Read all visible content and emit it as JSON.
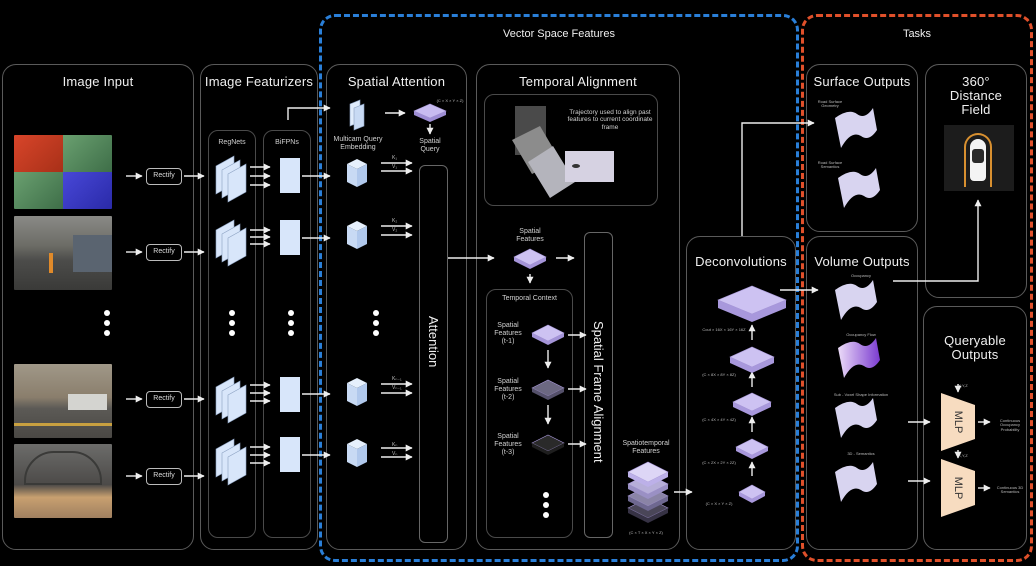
{
  "groups": {
    "vector_space": {
      "title": "Vector Space Features",
      "color": "#2a7fd8"
    },
    "tasks": {
      "title": "Tasks",
      "color": "#e0502a"
    }
  },
  "image_input": {
    "title": "Image Input",
    "rectify_label": "Rectify",
    "cameras": [
      {
        "name": "rgb-channels-split"
      },
      {
        "name": "street-smoke-bus"
      },
      {
        "name": "city-building-truck"
      },
      {
        "name": "construction-scaffolding"
      }
    ]
  },
  "image_featurizers": {
    "title": "Image Featurizers",
    "regnets_label": "RegNets",
    "bifpns_label": "BiFPNs"
  },
  "spatial_attention": {
    "title": "Spatial Attention",
    "query_embedding_label": "Multicam Query Embedding",
    "spatial_query_label": "Spatial Query",
    "spatial_query_dims": "(C × X × Y × Z)",
    "attention_label": "Attention",
    "kv_labels": [
      {
        "k": "K₁",
        "v": "V₁"
      },
      {
        "k": "K₂",
        "v": "V₂"
      },
      {
        "k": "Kₙ₋₁",
        "v": "Vₙ₋₁"
      },
      {
        "k": "Kₙ",
        "v": "Vₙ"
      }
    ]
  },
  "temporal_alignment": {
    "title": "Temporal Alignment",
    "trajectory_caption": "Trajectory used to align past features to current coordinate frame",
    "spatial_features_label": "Spatial Features",
    "temporal_context_label": "Temporal Context",
    "context_items": [
      {
        "label": "Spatial Features (t-1)"
      },
      {
        "label": "Spatial Features (t-2)"
      },
      {
        "label": "Spatial Features (t-3)"
      }
    ],
    "frame_alignment_label": "Spatial Frame Alignment",
    "spatiotemporal_label": "Spatiotemporal Features",
    "spatiotemporal_dims": "(C × T × X × Y × Z)"
  },
  "deconvolutions": {
    "title": "Deconvolutions",
    "layers": [
      {
        "dims": "Cout × 16X × 16Y × 16Z"
      },
      {
        "dims": "(C × 8X × 8Y × 8Z)"
      },
      {
        "dims": "(C × 4X × 4Y × 4Z)"
      },
      {
        "dims": "(C × 2X × 2Y × 2Z)"
      },
      {
        "dims": "(C × X × Y × Z)"
      }
    ]
  },
  "surface_outputs": {
    "title": "Surface Outputs",
    "items": [
      {
        "label": "Road Surface Geometry"
      },
      {
        "label": "Road Surface Semantics"
      }
    ]
  },
  "distance_field": {
    "title_line1": "360°",
    "title_line2": "Distance",
    "title_line3": "Field"
  },
  "volume_outputs": {
    "title": "Volume Outputs",
    "items": [
      {
        "label": "Occupancy"
      },
      {
        "label": "Occupancy Flow"
      },
      {
        "label": "Sub - Voxel Shape Information"
      },
      {
        "label": "3D - Semantics"
      }
    ]
  },
  "queryable_outputs": {
    "title_line1": "Queryable",
    "title_line2": "Outputs",
    "mlps": [
      {
        "label": "MLP",
        "input": "X,Y,Z",
        "output": "Continuous Occupancy Probability"
      },
      {
        "label": "MLP",
        "input": "X,Y,Z",
        "output": "Continuous 3D Semantics"
      }
    ]
  }
}
